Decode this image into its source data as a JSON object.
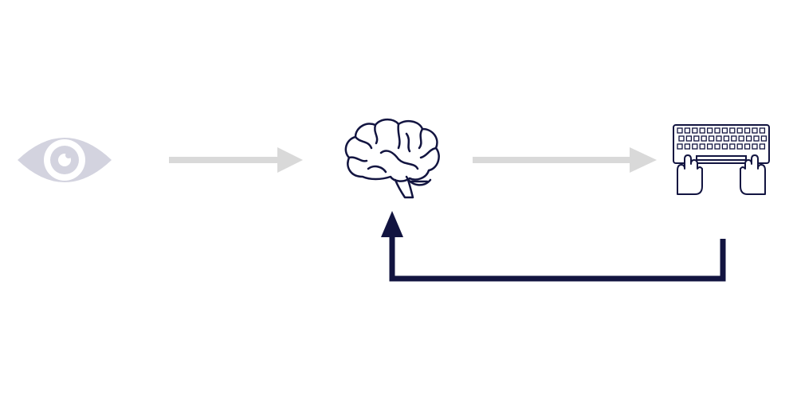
{
  "diagram": {
    "nodes": [
      {
        "id": "eye",
        "icon": "eye-icon"
      },
      {
        "id": "brain",
        "icon": "brain-icon"
      },
      {
        "id": "keyboard",
        "icon": "keyboard-hands-icon"
      }
    ],
    "edges": [
      {
        "from": "eye",
        "to": "brain",
        "style": "light"
      },
      {
        "from": "brain",
        "to": "keyboard",
        "style": "light"
      },
      {
        "from": "keyboard",
        "to": "brain",
        "style": "dark",
        "kind": "feedback-loop"
      }
    ],
    "colors": {
      "faded_icon": "#d3d3df",
      "light_arrow": "#d9d9d9",
      "dark_navy": "#121440",
      "background": "#ffffff"
    }
  }
}
